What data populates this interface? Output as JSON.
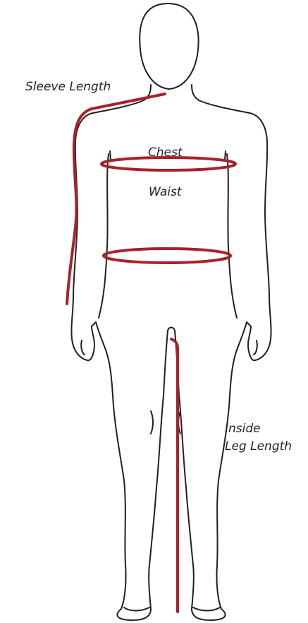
{
  "labels": {
    "sleeve": "Sleeve Length",
    "chest": "Chest",
    "waist": "Waist",
    "inside_line1": "Inside",
    "inside_line2": "Leg Length"
  },
  "colors": {
    "outline": "#231f20",
    "measure": "#a8212b"
  },
  "figure": {
    "description_icon": "human-body-outline-icon"
  }
}
